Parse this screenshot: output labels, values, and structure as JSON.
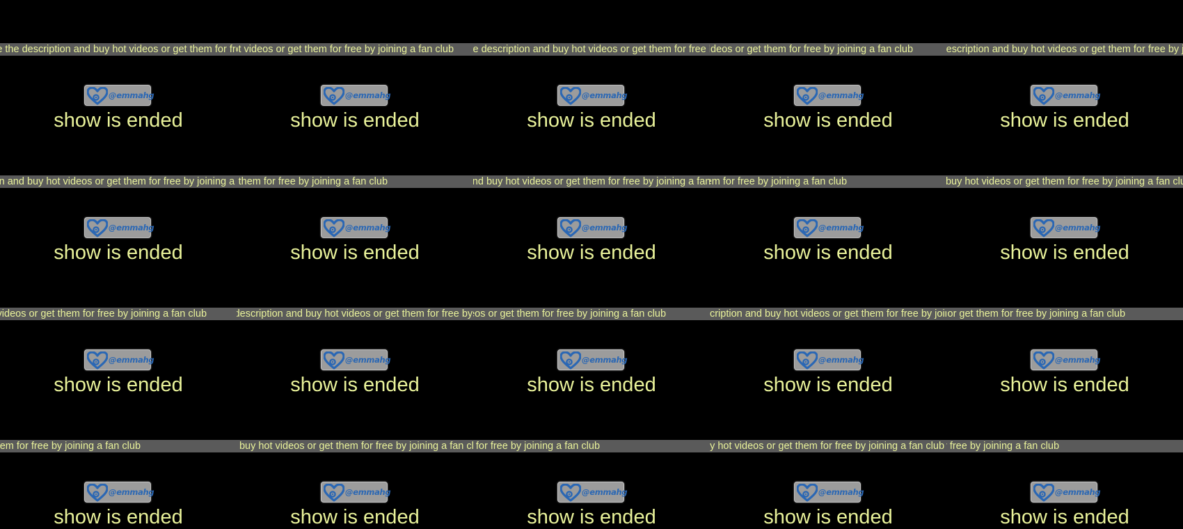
{
  "banner": {
    "ticker_text": "see the description and buy hot videos or get them for free by joining a fan club",
    "handle": "@emmahg",
    "status_text": "show is ended",
    "logo_icon": "heart-camera-icon",
    "rows": 4,
    "columns": 5
  },
  "colors": {
    "background": "#000000",
    "ticker_strip": "#5a5a5a",
    "text": "#e9f29a",
    "badge_background": "#9c9c9c",
    "brand_blue": "#2a67b4"
  }
}
